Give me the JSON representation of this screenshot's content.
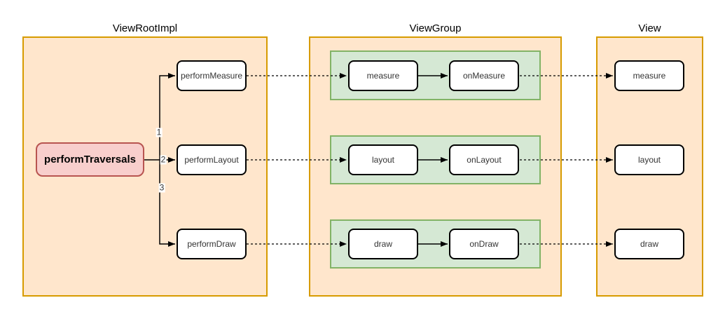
{
  "containers": {
    "view_root_impl": {
      "title": "ViewRootImpl"
    },
    "view_group": {
      "title": "ViewGroup"
    },
    "view": {
      "title": "View"
    }
  },
  "nodes": {
    "perform_traversals": {
      "label": "performTraversals"
    },
    "perform_measure": {
      "label": "performMeasure"
    },
    "perform_layout": {
      "label": "performLayout"
    },
    "perform_draw": {
      "label": "performDraw"
    },
    "viewgroup_measure": {
      "label": "measure"
    },
    "viewgroup_on_measure": {
      "label": "onMeasure"
    },
    "viewgroup_layout": {
      "label": "layout"
    },
    "viewgroup_on_layout": {
      "label": "onLayout"
    },
    "viewgroup_draw": {
      "label": "draw"
    },
    "viewgroup_on_draw": {
      "label": "onDraw"
    },
    "view_measure": {
      "label": "measure"
    },
    "view_layout": {
      "label": "layout"
    },
    "view_draw": {
      "label": "draw"
    }
  },
  "edge_labels": {
    "measure_order": "1",
    "layout_order": "2",
    "draw_order": "3"
  },
  "colors": {
    "container_fill": "#FFE6CC",
    "container_border": "#D79B00",
    "group_fill": "#D5E8D4",
    "group_border": "#82B366",
    "highlight_fill": "#F8CECC",
    "highlight_border": "#B85450",
    "node_fill": "#FFFFFF",
    "node_border": "#000000",
    "connector": "#000000"
  }
}
